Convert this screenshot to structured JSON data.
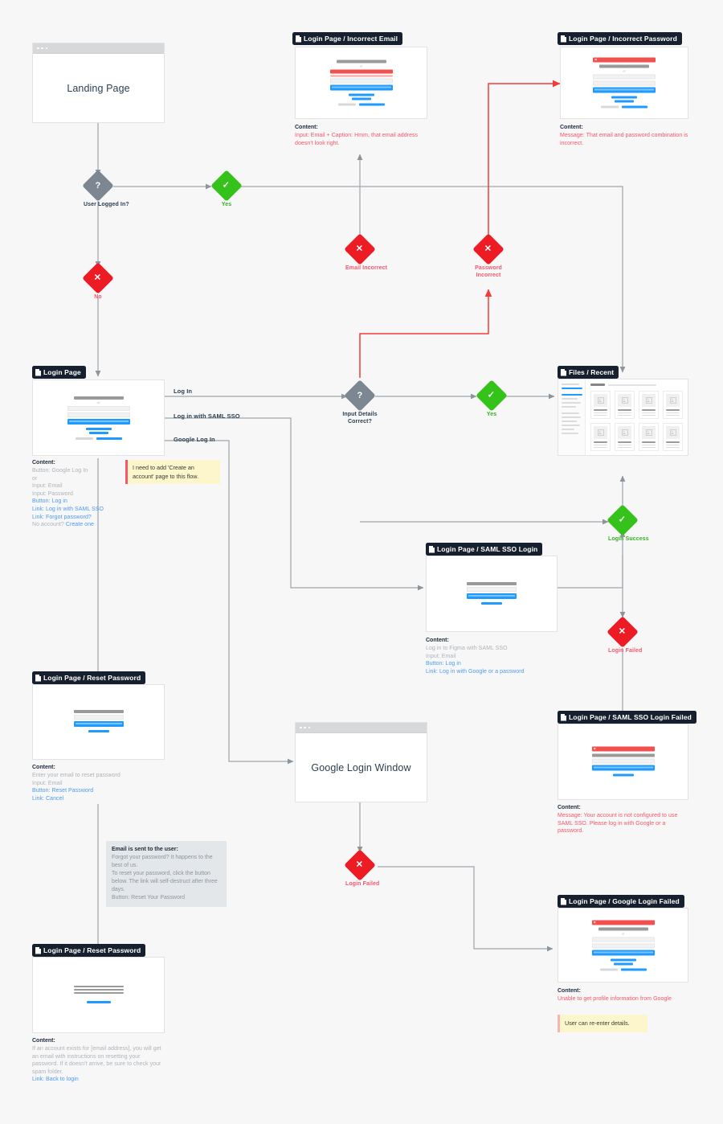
{
  "meta": {
    "canvas_bg": "#f7f7f7",
    "accent_blue": "#1f9bff",
    "accent_red": "#ed1c24",
    "accent_green": "#35c21a",
    "label_bg": "#17202e"
  },
  "frames": {
    "landing": {
      "title": "Landing Page"
    },
    "incorrect_email": {
      "label": "Login Page / Incorrect Email",
      "content_title": "Content:",
      "lines": [
        "Input: Email + Caption: Hmm, that email address doesn't look right."
      ]
    },
    "incorrect_password": {
      "label": "Login Page / Incorrect Password",
      "content_title": "Content:",
      "lines": [
        "Message: That email and password combination is incorrect."
      ]
    },
    "login_page": {
      "label": "Login Page",
      "content_title": "Content:",
      "lines": [
        "Button: Google Log In",
        "or",
        "Input: Email",
        "Input: Password",
        "Button: Log in",
        "Link: Log in with SAML SSO",
        "Link: Forgot password?",
        "No account? Create one"
      ]
    },
    "files_recent": {
      "label": "Files / Recent"
    },
    "saml_sso_login": {
      "label": "Login Page / SAML SSO Login",
      "content_title": "Content:",
      "lines": [
        "Log in to Figma with SAML SSO",
        "Input: Email",
        "Button: Log in",
        "Link: Log in with Google or a password"
      ]
    },
    "reset_password_1": {
      "label": "Login Page / Reset Password",
      "content_title": "Content:",
      "lines": [
        "Enter your email to reset password",
        "Input: Email",
        "Button: Reset Password",
        "Link: Cancel"
      ]
    },
    "reset_password_2": {
      "label": "Login Page / Reset Password",
      "content_title": "Content:",
      "lines": [
        "If an account exists for [email address], you will get an email with instructions on resetting your password. If it doesn't arrive, be sure to check your spam folder.",
        "Link: Back to login"
      ]
    },
    "google_login_window": {
      "title": "Google Login Window"
    },
    "saml_sso_failed": {
      "label": "Login Page / SAML SSO Login Failed",
      "content_title": "Content:",
      "lines": [
        "Message: Your account is not configured to use SAML SSO. Please log in with Google or a password."
      ]
    },
    "google_login_failed": {
      "label": "Login Page / Google Login Failed",
      "content_title": "Content:",
      "lines": [
        "Unable to get profile information from Google"
      ]
    }
  },
  "nodes": {
    "user_logged_in": {
      "glyph": "?",
      "caption": "User Logged In?"
    },
    "logged_in_yes": {
      "glyph": "✓",
      "caption": "Yes"
    },
    "logged_in_no": {
      "glyph": "✕",
      "caption": "No"
    },
    "email_incorrect": {
      "glyph": "✕",
      "caption": "Email Incorrect"
    },
    "password_incorrect": {
      "glyph": "✕",
      "caption": "Password Incorrect"
    },
    "input_details_correct": {
      "glyph": "?",
      "caption": "Input Details Correct?"
    },
    "details_yes": {
      "glyph": "✓",
      "caption": "Yes"
    },
    "login_success": {
      "glyph": "✓",
      "caption": "Login Success"
    },
    "login_failed_saml": {
      "glyph": "✕",
      "caption": "Login Failed"
    },
    "login_failed_google": {
      "glyph": "✕",
      "caption": "Login Failed"
    }
  },
  "edges": {
    "log_in": "Log In",
    "saml_sso": "Log in with SAML SSO",
    "google_log_in": "Google Log In"
  },
  "notes": {
    "create_account": "I need to add 'Create an account' page to this flow.",
    "re_enter": "User can re-enter details.",
    "email_note": {
      "title": "Email is sent to the user:",
      "lines": [
        "Forgot your password? It happens to the best of us.",
        "To reset your password, click the button below. The link will self-destruct after three days.",
        "Button: Reset Your Password"
      ]
    }
  }
}
